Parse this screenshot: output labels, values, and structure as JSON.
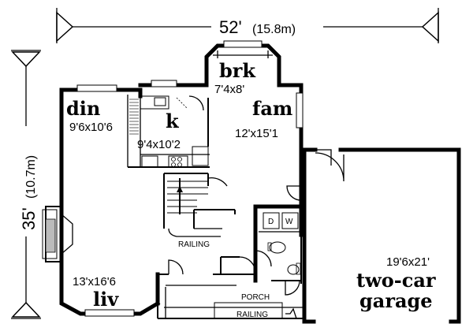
{
  "dimensions": {
    "width": "52'",
    "width_metric": "(15.8m)",
    "depth": "35'",
    "depth_metric": "(10.7m)"
  },
  "rooms": {
    "breakfast": {
      "name": "brk",
      "size": "7'4x8'"
    },
    "dining": {
      "name": "din",
      "size": "9'6x10'6"
    },
    "kitchen": {
      "name": "k",
      "size": "9'4x10'2"
    },
    "family": {
      "name": "fam",
      "size": "12'x15'1"
    },
    "living": {
      "name": "liv",
      "size": "13'x16'6"
    },
    "garage": {
      "name_line1": "two-car",
      "name_line2": "garage",
      "size": "19'6x21'"
    }
  },
  "labels": {
    "railing_stair": "RAILING",
    "railing_porch": "RAILING",
    "porch": "PORCH",
    "dryer": "D",
    "washer": "W"
  }
}
